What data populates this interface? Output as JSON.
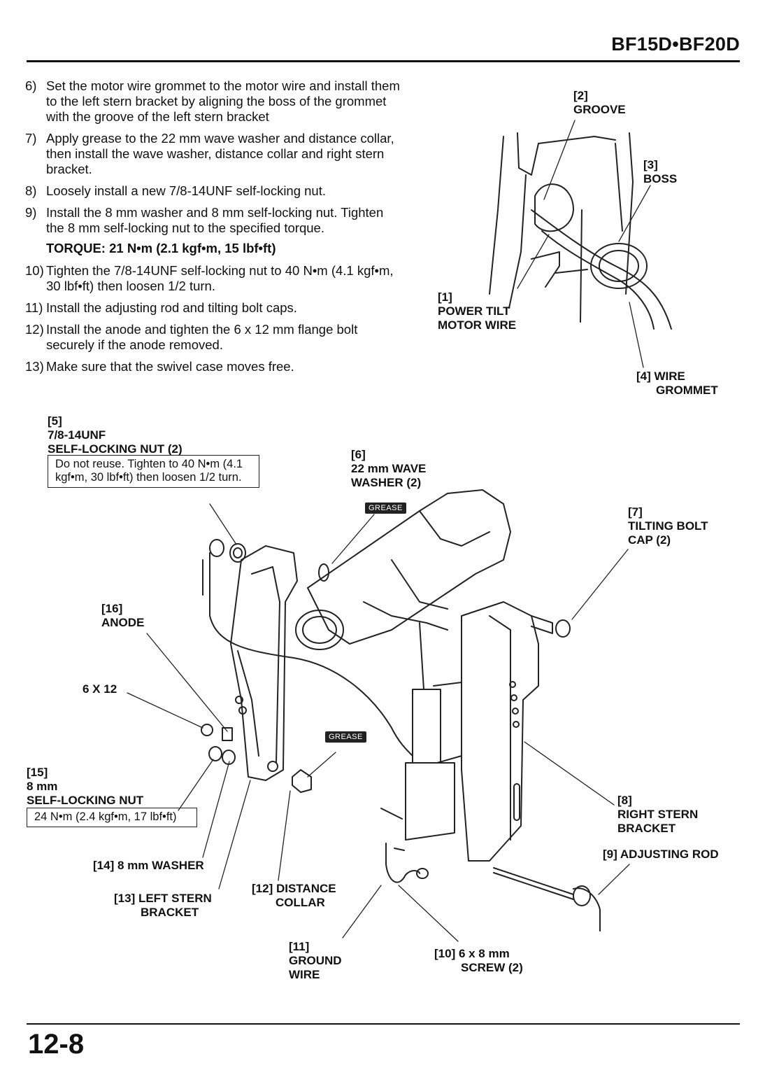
{
  "header": {
    "model": "BF15D•BF20D"
  },
  "footer": {
    "page_number": "12-8"
  },
  "steps": [
    {
      "num": "6)",
      "text": "Set the motor wire grommet to the motor wire and install them to the left stern bracket by aligning the boss of the grommet with the groove of the left stern bracket"
    },
    {
      "num": "7)",
      "text": "Apply grease to the 22 mm wave washer and distance collar, then install the wave washer, distance collar and right stern bracket."
    },
    {
      "num": "8)",
      "text": "Loosely install a new 7/8-14UNF self-locking nut."
    },
    {
      "num": "9)",
      "text": "Install the 8 mm washer and 8 mm self-locking nut. Tighten the 8 mm self-locking nut to the specified torque."
    },
    {
      "num": "10)",
      "text": "Tighten the 7/8-14UNF self-locking nut to 40 N•m (4.1 kgf•m, 30 lbf•ft) then loosen 1/2 turn."
    },
    {
      "num": "11)",
      "text": "Install the adjusting rod and tilting bolt caps."
    },
    {
      "num": "12)",
      "text": "Install the anode and tighten the 6 x 12 mm flange bolt securely if the anode removed."
    },
    {
      "num": "13)",
      "text": "Make sure that the swivel case moves free."
    }
  ],
  "torque_spec": "TORQUE: 21 N•m (2.1 kgf•m, 15 lbf•ft)",
  "top_figure": {
    "labels": {
      "l1": [
        "[1]",
        "POWER TILT",
        "MOTOR WIRE"
      ],
      "l2": [
        "[2]",
        "GROOVE"
      ],
      "l3": [
        "[3]",
        "BOSS"
      ],
      "l4": [
        "[4] WIRE",
        "GROMMET"
      ]
    }
  },
  "main_figure": {
    "labels": {
      "l5": [
        "[5]",
        "7/8-14UNF",
        "SELF-LOCKING NUT (2)"
      ],
      "l5_note": "Do not reuse. Tighten to 40 N•m (4.1 kgf•m, 30 lbf•ft) then loosen 1/2 turn.",
      "l6": [
        "[6]",
        "22 mm WAVE",
        "WASHER (2)"
      ],
      "l7": [
        "[7]",
        "TILTING BOLT",
        "CAP (2)"
      ],
      "l8": [
        "[8]",
        "RIGHT STERN",
        "BRACKET"
      ],
      "l9": "[9] ADJUSTING ROD",
      "l10": [
        "[10] 6 x 8 mm",
        "SCREW (2)"
      ],
      "l11": [
        "[11]",
        "GROUND",
        "WIRE"
      ],
      "l12": [
        "[12] DISTANCE",
        "COLLAR"
      ],
      "l13": [
        "[13] LEFT STERN",
        "BRACKET"
      ],
      "l14": "[14] 8 mm WASHER",
      "l15": [
        "[15]",
        "8 mm",
        "SELF-LOCKING NUT"
      ],
      "l15_note": "24 N•m (2.4 kgf•m, 17 lbf•ft)",
      "l16": [
        "[16]",
        "ANODE"
      ],
      "l6x12": "6 X 12",
      "grease": "GREASE"
    }
  }
}
